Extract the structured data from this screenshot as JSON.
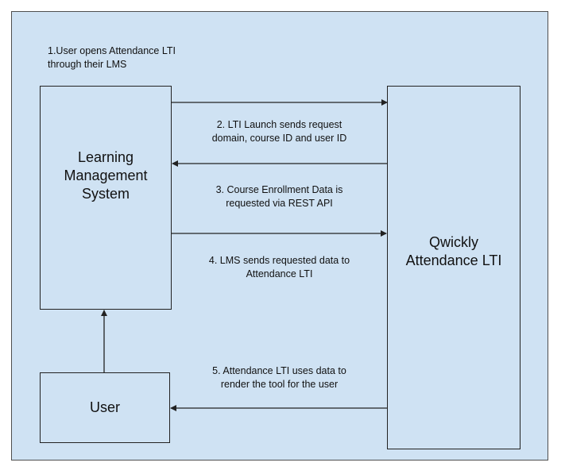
{
  "diagram": {
    "nodes": {
      "lms": "Learning\nManagement\nSystem",
      "qwickly": "Qwickly\nAttendance LTI",
      "user": "User"
    },
    "labels": {
      "step1": "1.User opens Attendance LTI\nthrough their LMS",
      "step2": "2. LTI Launch sends request\ndomain, course ID and user ID",
      "step3": "3. Course Enrollment Data is\nrequested via REST API",
      "step4": "4. LMS sends requested data to\nAttendance LTI",
      "step5": "5. Attendance LTI uses data to\nrender the tool for the user"
    },
    "colors": {
      "background": "#cfe2f3",
      "stroke": "#222222"
    }
  }
}
